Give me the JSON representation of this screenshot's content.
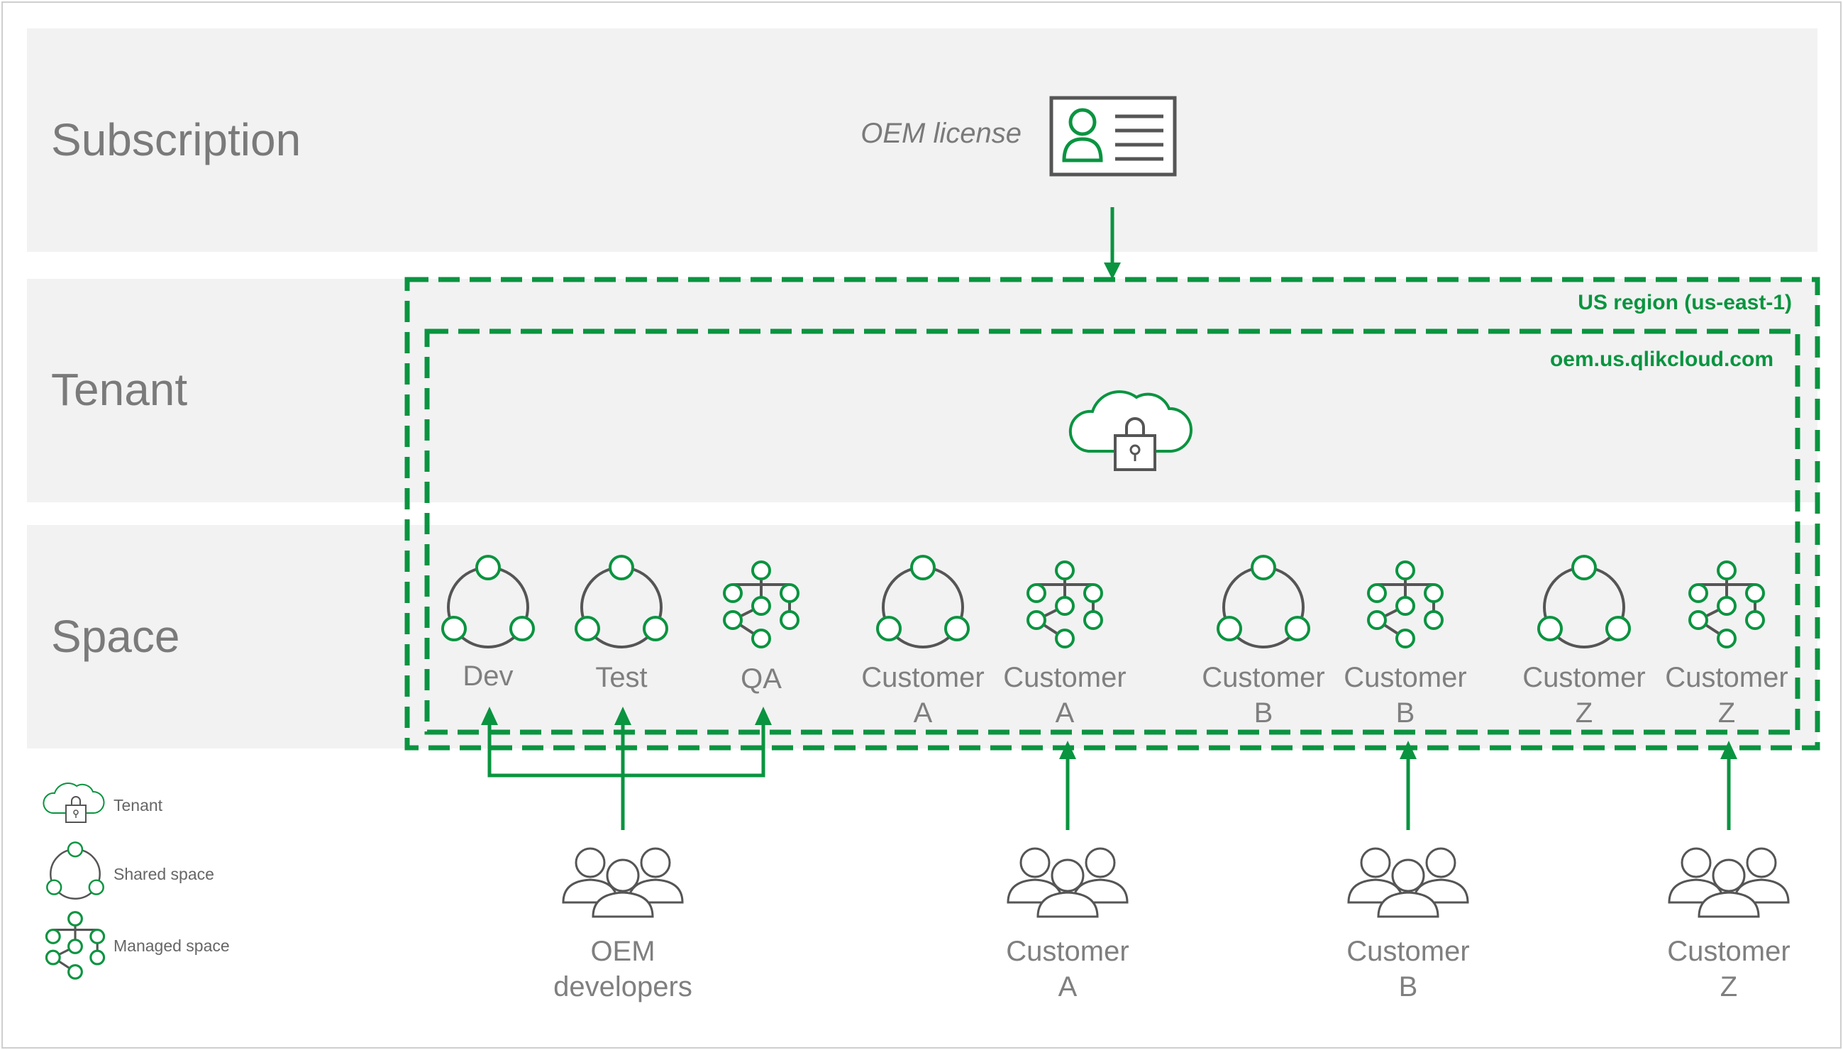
{
  "rows": {
    "subscription": "Subscription",
    "tenant": "Tenant",
    "space": "Space"
  },
  "license": {
    "label": "OEM license"
  },
  "region": {
    "label": "US region (us-east-1)"
  },
  "tenant_host": {
    "label": "oem.us.qlikcloud.com"
  },
  "spaces": [
    {
      "line1": "Dev",
      "line2": ""
    },
    {
      "line1": "Test",
      "line2": ""
    },
    {
      "line1": "QA",
      "line2": ""
    },
    {
      "line1": "Customer",
      "line2": "A"
    },
    {
      "line1": "Customer",
      "line2": "A"
    },
    {
      "line1": "Customer",
      "line2": "B"
    },
    {
      "line1": "Customer",
      "line2": "B"
    },
    {
      "line1": "Customer",
      "line2": "Z"
    },
    {
      "line1": "Customer",
      "line2": "Z"
    }
  ],
  "user_groups": [
    {
      "line1": "OEM",
      "line2": "developers"
    },
    {
      "line1": "Customer",
      "line2": "A"
    },
    {
      "line1": "Customer",
      "line2": "B"
    },
    {
      "line1": "Customer",
      "line2": "Z"
    }
  ],
  "legend": {
    "tenant": "Tenant",
    "shared_space": "Shared space",
    "managed_space": "Managed space"
  },
  "colors": {
    "accent_green": "#0a9440",
    "band_gray": "#f2f2f2",
    "text_gray": "#7f7f7f",
    "icon_dark": "#555555"
  }
}
